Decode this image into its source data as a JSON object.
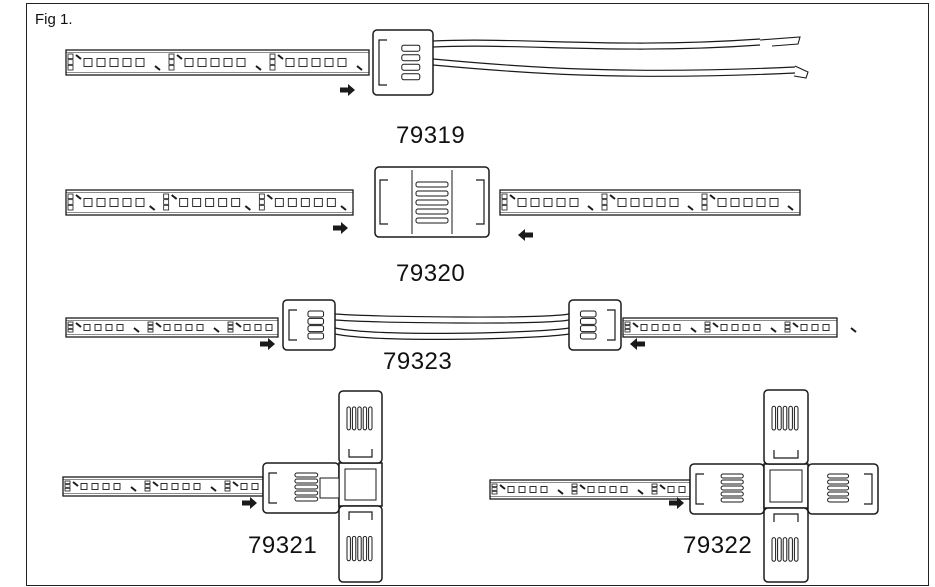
{
  "figure": {
    "label": "Fig 1."
  },
  "connectors": [
    {
      "model": "79319"
    },
    {
      "model": "79320"
    },
    {
      "model": "79323"
    },
    {
      "model": "79321"
    },
    {
      "model": "79322"
    }
  ]
}
